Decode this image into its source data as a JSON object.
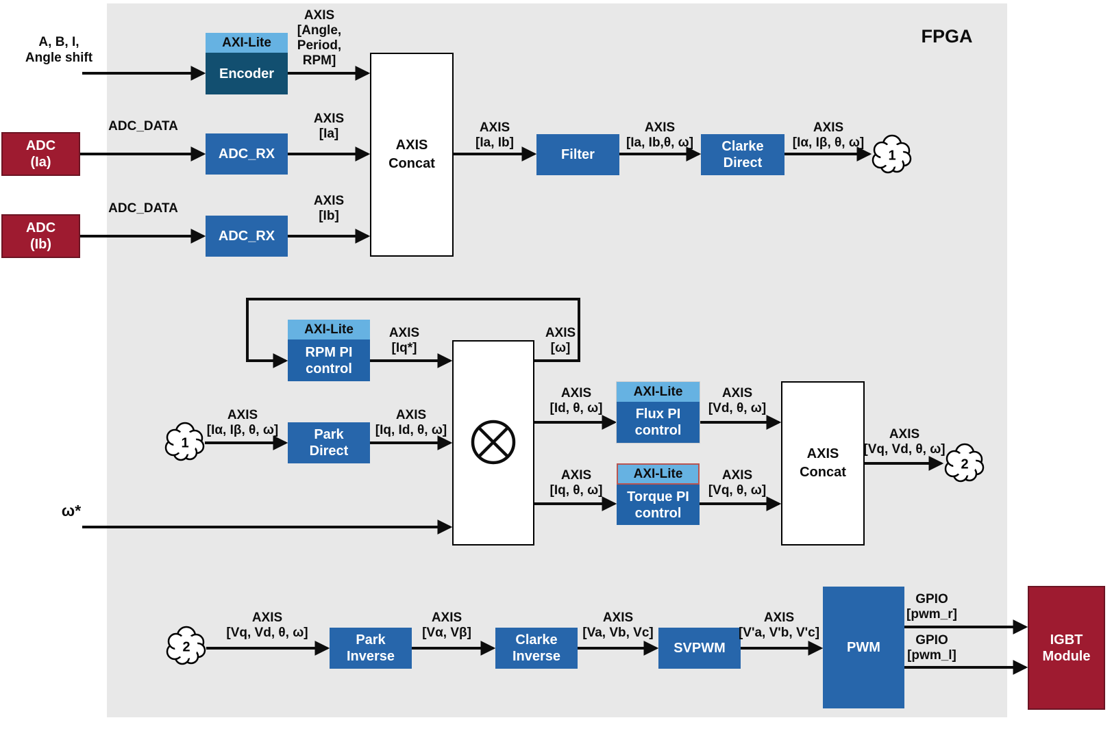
{
  "fpga_label": "FPGA",
  "colors": {
    "fpga_background": "#e8e8e8",
    "block_blue": "#2766ab",
    "pi_body_blue": "#2263a8",
    "encoder_navy": "#124f70",
    "axi_lite_header_blue": "#66b2e2",
    "external_red": "#9e1b30",
    "torque_header_border": "#b85450",
    "line_black": "#0d0d0d"
  },
  "inputs": {
    "encoder_signals": [
      "A, B, I,",
      "Angle shift"
    ],
    "speed_reference": "ω*"
  },
  "external": {
    "adc_ia": [
      "ADC",
      "(Ia)"
    ],
    "adc_ib": [
      "ADC",
      "(Ib)"
    ],
    "igbt": [
      "IGBT",
      "Module"
    ]
  },
  "blocks": {
    "encoder": {
      "header": "AXI-Lite",
      "title": [
        "Encoder"
      ]
    },
    "adc_rx_ia": {
      "title": [
        "ADC_RX"
      ]
    },
    "adc_rx_ib": {
      "title": [
        "ADC_RX"
      ]
    },
    "axis_concat_1": {
      "title": [
        "AXIS",
        "Concat"
      ]
    },
    "filter": {
      "title": [
        "Filter"
      ]
    },
    "clarke_direct": {
      "title": [
        "Clarke",
        "Direct"
      ]
    },
    "rpm_pi": {
      "header": "AXI-Lite",
      "title": [
        "RPM PI",
        "control"
      ]
    },
    "park_direct": {
      "title": [
        "Park",
        "Direct"
      ]
    },
    "flux_pi": {
      "header": "AXI-Lite",
      "title": [
        "Flux PI",
        "control"
      ]
    },
    "torque_pi": {
      "header": "AXI-Lite",
      "title": [
        "Torque PI",
        "control"
      ]
    },
    "axis_concat_2": {
      "title": [
        "AXIS",
        "Concat"
      ]
    },
    "park_inverse": {
      "title": [
        "Park",
        "Inverse"
      ]
    },
    "clarke_inverse": {
      "title": [
        "Clarke",
        "Inverse"
      ]
    },
    "svpwm": {
      "title": [
        "SVPWM"
      ]
    },
    "pwm": {
      "title": [
        "PWM"
      ]
    }
  },
  "connectors": {
    "cloud_1_top": "1",
    "cloud_1_mid": "1",
    "cloud_2_mid": "2",
    "cloud_2_bottom": "2"
  },
  "edge_labels": {
    "adc_data_ia": "ADC_DATA",
    "adc_data_ib": "ADC_DATA",
    "encoder_out": [
      "AXIS",
      "[Angle,",
      "Period,",
      "RPM]"
    ],
    "rx_ia_out": [
      "AXIS",
      "[Ia]"
    ],
    "rx_ib_out": [
      "AXIS",
      "[Ib]"
    ],
    "concat1_out": [
      "AXIS",
      "[Ia, Ib]"
    ],
    "filter_out": [
      "AXIS",
      "[Ia, Ib,θ, ω]"
    ],
    "clarke_out": [
      "AXIS",
      "[Iα, Iβ, θ, ω]"
    ],
    "cloud1_to_park": [
      "AXIS",
      "[Iα, Iβ, θ, ω]"
    ],
    "rpm_out": [
      "AXIS",
      "[Iq*]"
    ],
    "omega_feedback": [
      "AXIS",
      "[ω]"
    ],
    "park_out": [
      "AXIS",
      "[Iq, Id, θ, ω]"
    ],
    "mux_to_flux": [
      "AXIS",
      "[Id, θ, ω]"
    ],
    "mux_to_torque": [
      "AXIS",
      "[Iq, θ, ω]"
    ],
    "flux_out": [
      "AXIS",
      "[Vd, θ, ω]"
    ],
    "torque_out": [
      "AXIS",
      "[Vq, θ, ω]"
    ],
    "concat2_out": [
      "AXIS",
      "[Vq, Vd, θ, ω]"
    ],
    "cloud2_to_parkinv": [
      "AXIS",
      "[Vq, Vd, θ, ω]"
    ],
    "parkinv_out": [
      "AXIS",
      "[Vα, Vβ]"
    ],
    "clarkeinv_out": [
      "AXIS",
      "[Va, Vb, Vc]"
    ],
    "svpwm_out": [
      "AXIS",
      "[V'a, V'b, V'c]"
    ],
    "pwm_right_out": [
      "GPIO",
      "[pwm_r]"
    ],
    "pwm_left_out": [
      "GPIO",
      "[pwm_l]"
    ]
  }
}
